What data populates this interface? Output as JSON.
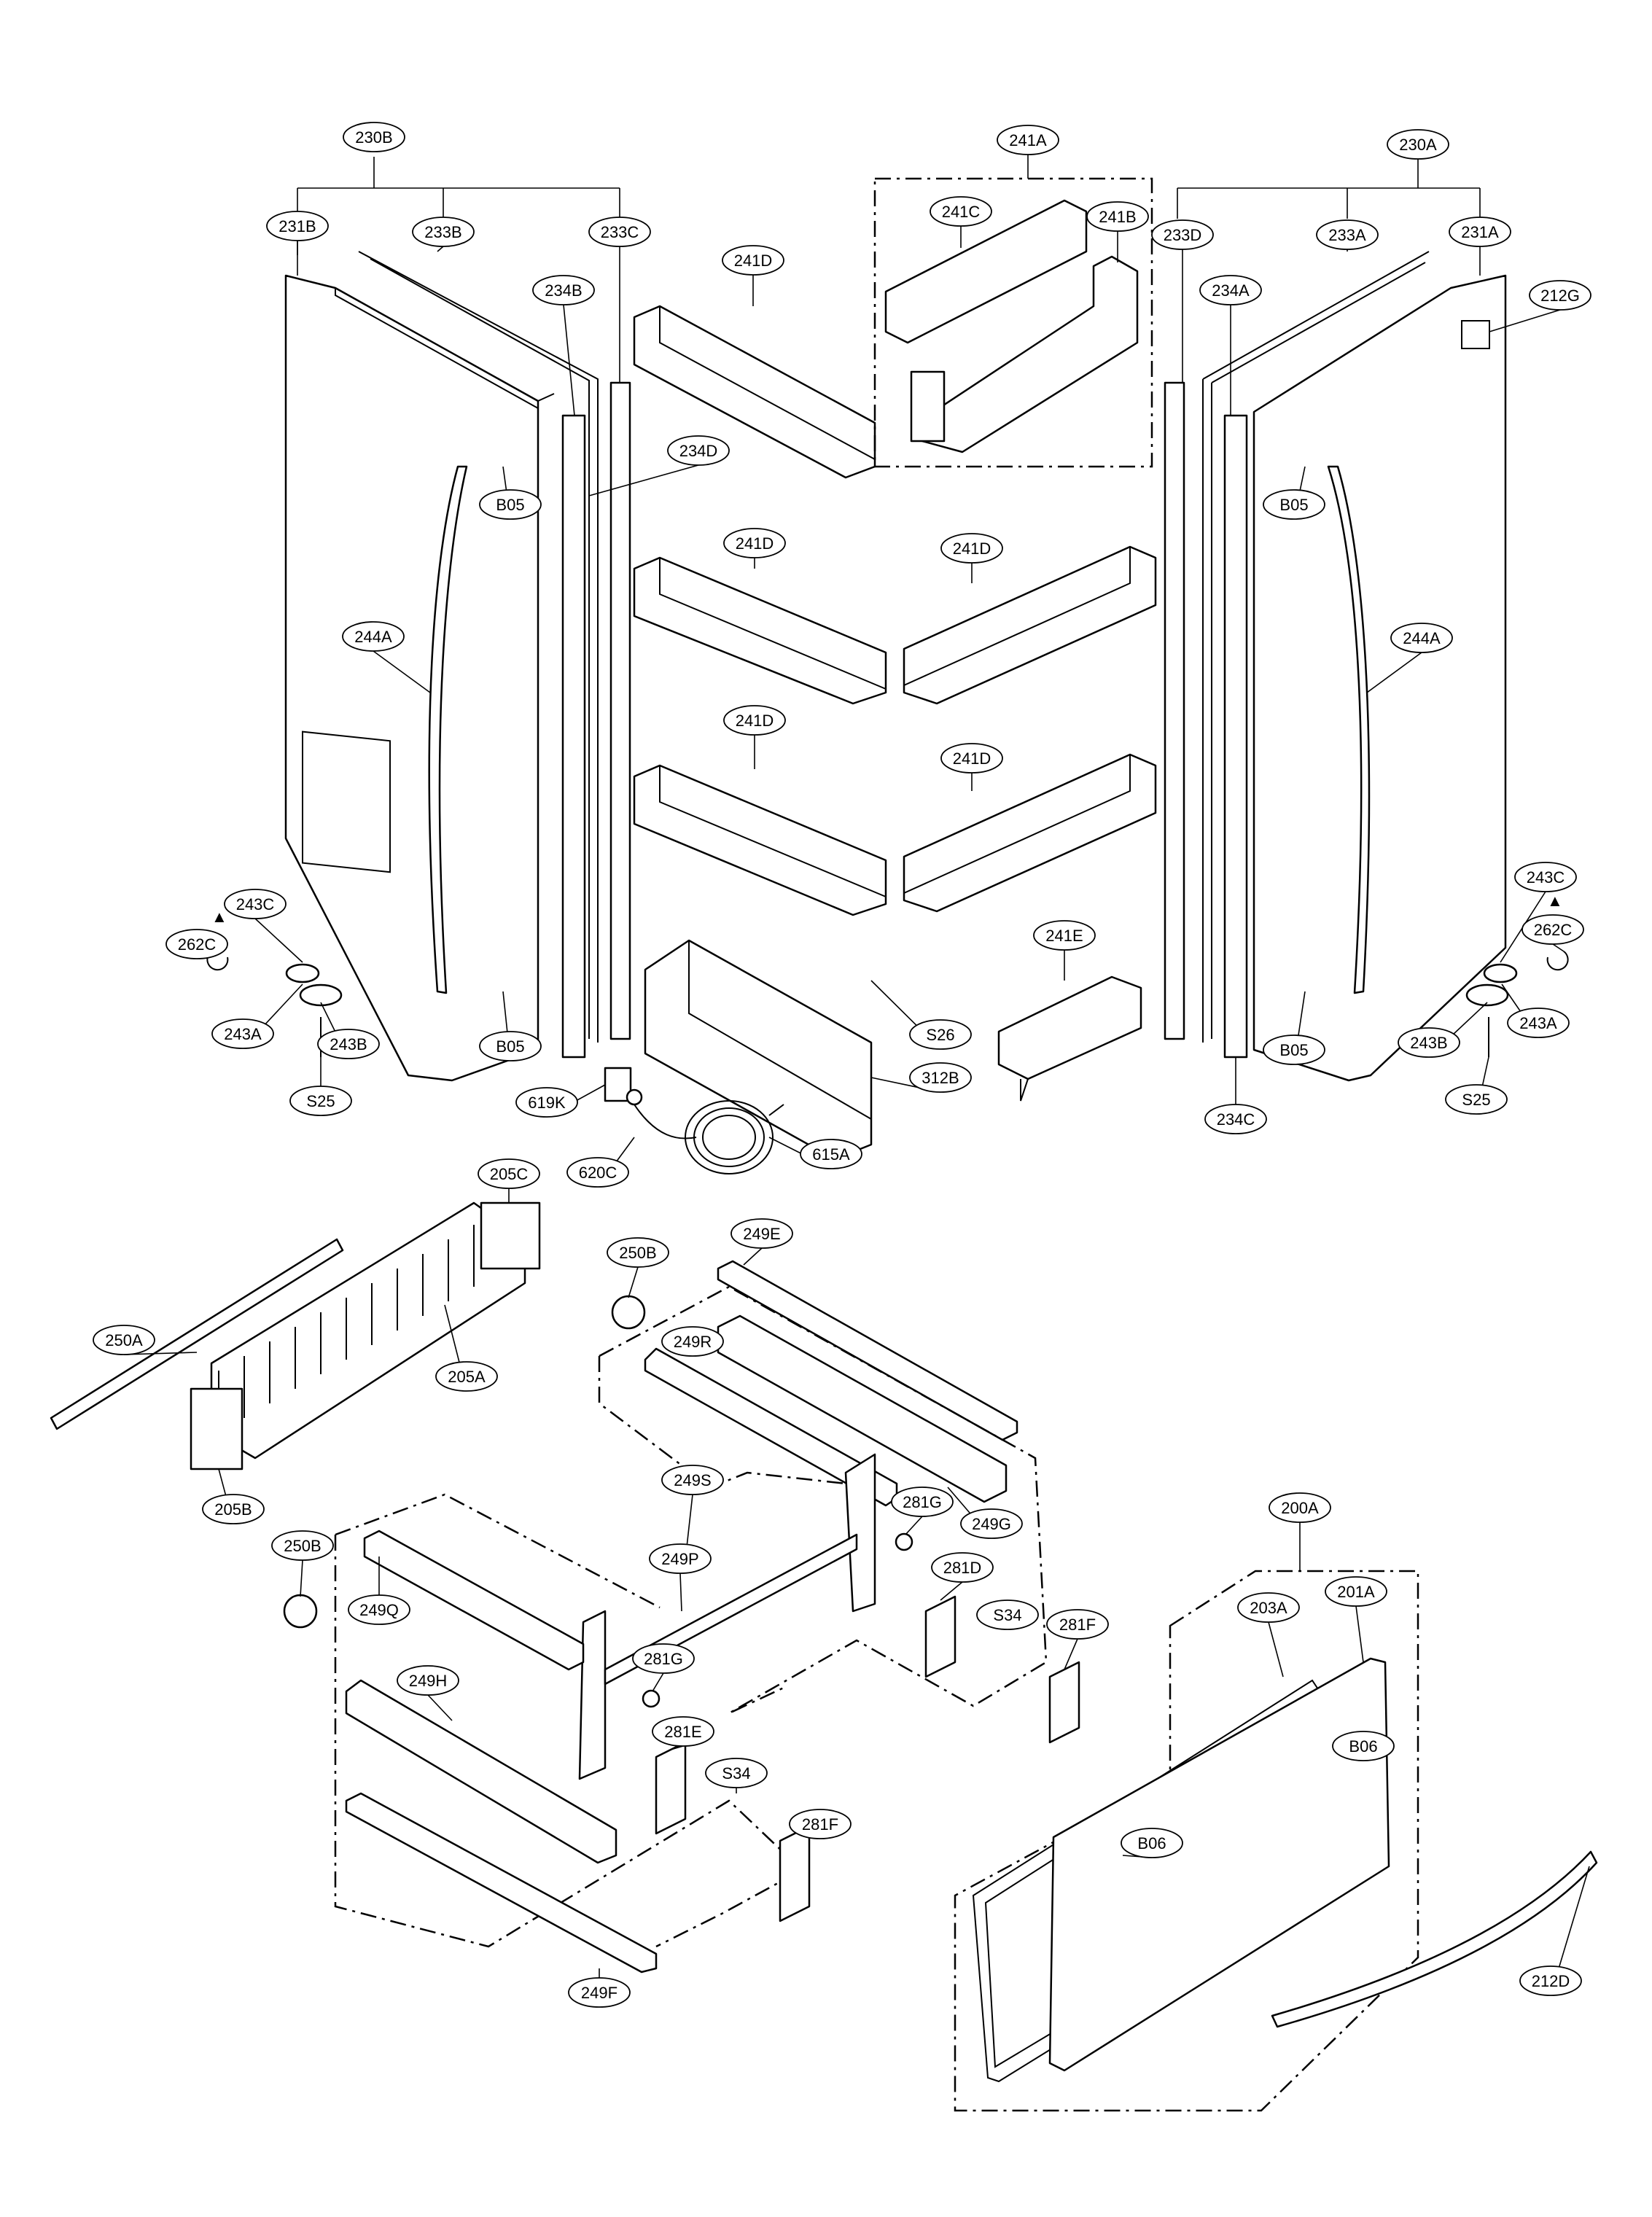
{
  "labels": {
    "l230B": "230B",
    "l231B": "231B",
    "l233B": "233B",
    "l233C": "233C",
    "l234B": "234B",
    "l234D": "234D",
    "l241A": "241A",
    "l241C": "241C",
    "l241B": "241B",
    "l241D": "241D",
    "l241E": "241E",
    "l230A": "230A",
    "l233D": "233D",
    "l233A": "233A",
    "l231A": "231A",
    "l234A": "234A",
    "l212G": "212G",
    "l244A": "244A",
    "l243C": "243C",
    "l262C": "262C",
    "l243A": "243A",
    "l243B": "243B",
    "lB05": "B05",
    "lS25": "S25",
    "lS26": "S26",
    "l312B": "312B",
    "l619K": "619K",
    "l620C": "620C",
    "l615A": "615A",
    "l234C": "234C",
    "l205C": "205C",
    "l250A": "250A",
    "l205A": "205A",
    "l205B": "205B",
    "l250B": "250B",
    "l249E": "249E",
    "l249R": "249R",
    "l249S": "249S",
    "l249P": "249P",
    "l249Q": "249Q",
    "l249G": "249G",
    "l249H": "249H",
    "l249F": "249F",
    "l281G": "281G",
    "l281D": "281D",
    "l281E": "281E",
    "l281F": "281F",
    "lS34": "S34",
    "l200A": "200A",
    "l203A": "203A",
    "l201A": "201A",
    "lB06": "B06",
    "l212D": "212D"
  },
  "marks": {
    "triangle": "▲"
  }
}
